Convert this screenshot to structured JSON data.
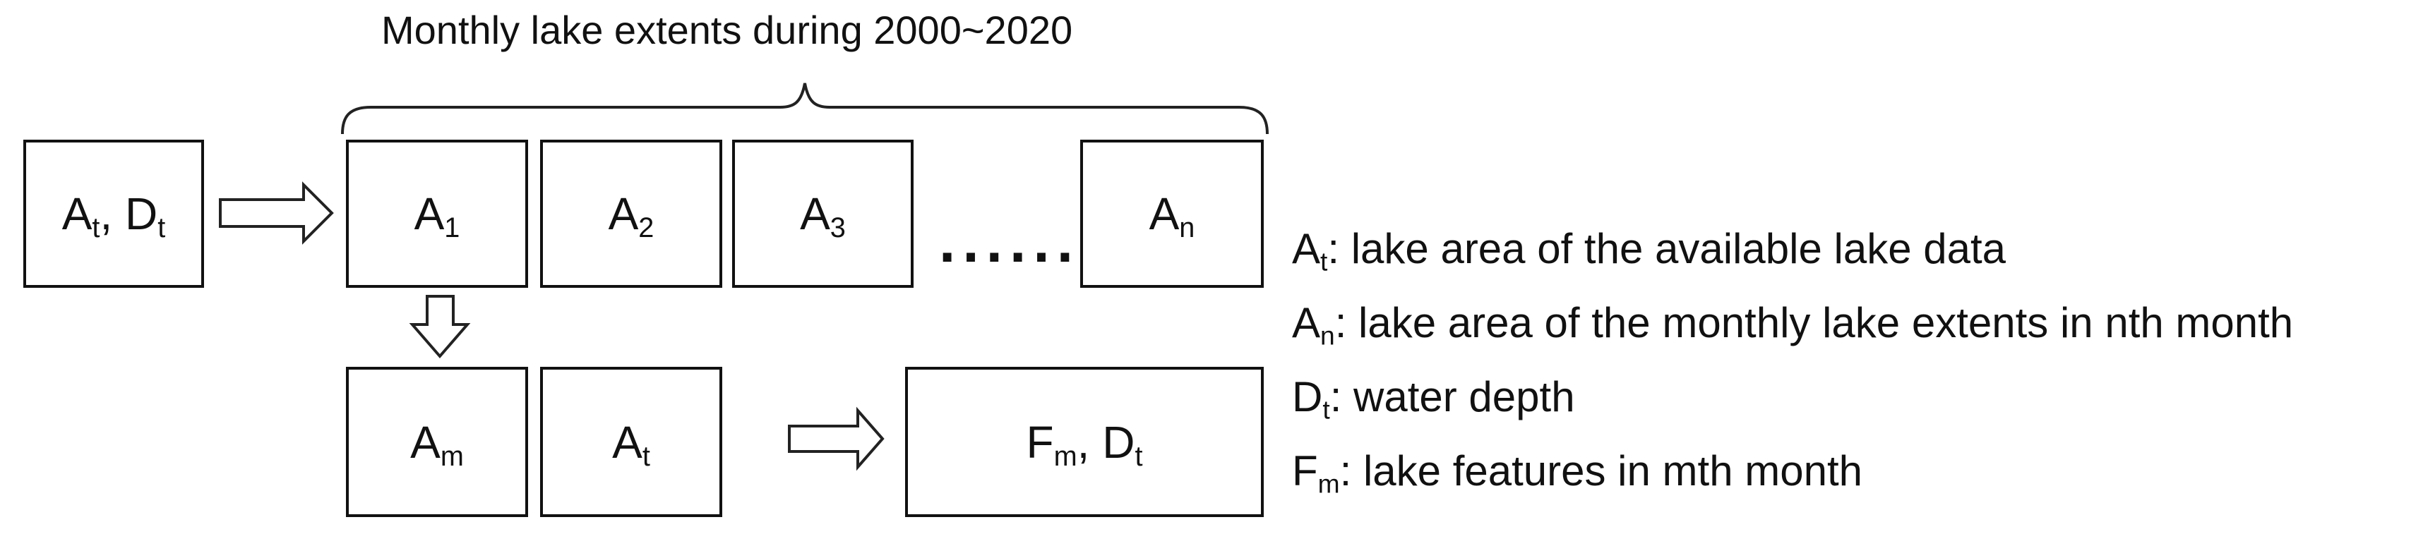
{
  "title": "Monthly lake extents during 2000~2020",
  "dots": "......",
  "boxes": {
    "input": {
      "main1": "A",
      "sub1": "t",
      "sep": ", ",
      "main2": "D",
      "sub2": "t"
    },
    "a1": {
      "main": "A",
      "sub": "1"
    },
    "a2": {
      "main": "A",
      "sub": "2"
    },
    "a3": {
      "main": "A",
      "sub": "3"
    },
    "an": {
      "main": "A",
      "sub": "n"
    },
    "am": {
      "main": "A",
      "sub": "m"
    },
    "at": {
      "main": "A",
      "sub": "t"
    },
    "output": {
      "main1": "F",
      "sub1": "m",
      "sep": ", ",
      "main2": "D",
      "sub2": "t"
    }
  },
  "legend": [
    {
      "symbol": "A",
      "sub": "t",
      "text": ": lake area of the available lake data"
    },
    {
      "symbol": "A",
      "sub": "n",
      "text": ": lake area of the monthly lake extents in nth month"
    },
    {
      "symbol": "D",
      "sub": "t",
      "text": ": water depth"
    },
    {
      "symbol": "F",
      "sub": "m",
      "text": ": lake features in mth month"
    }
  ]
}
